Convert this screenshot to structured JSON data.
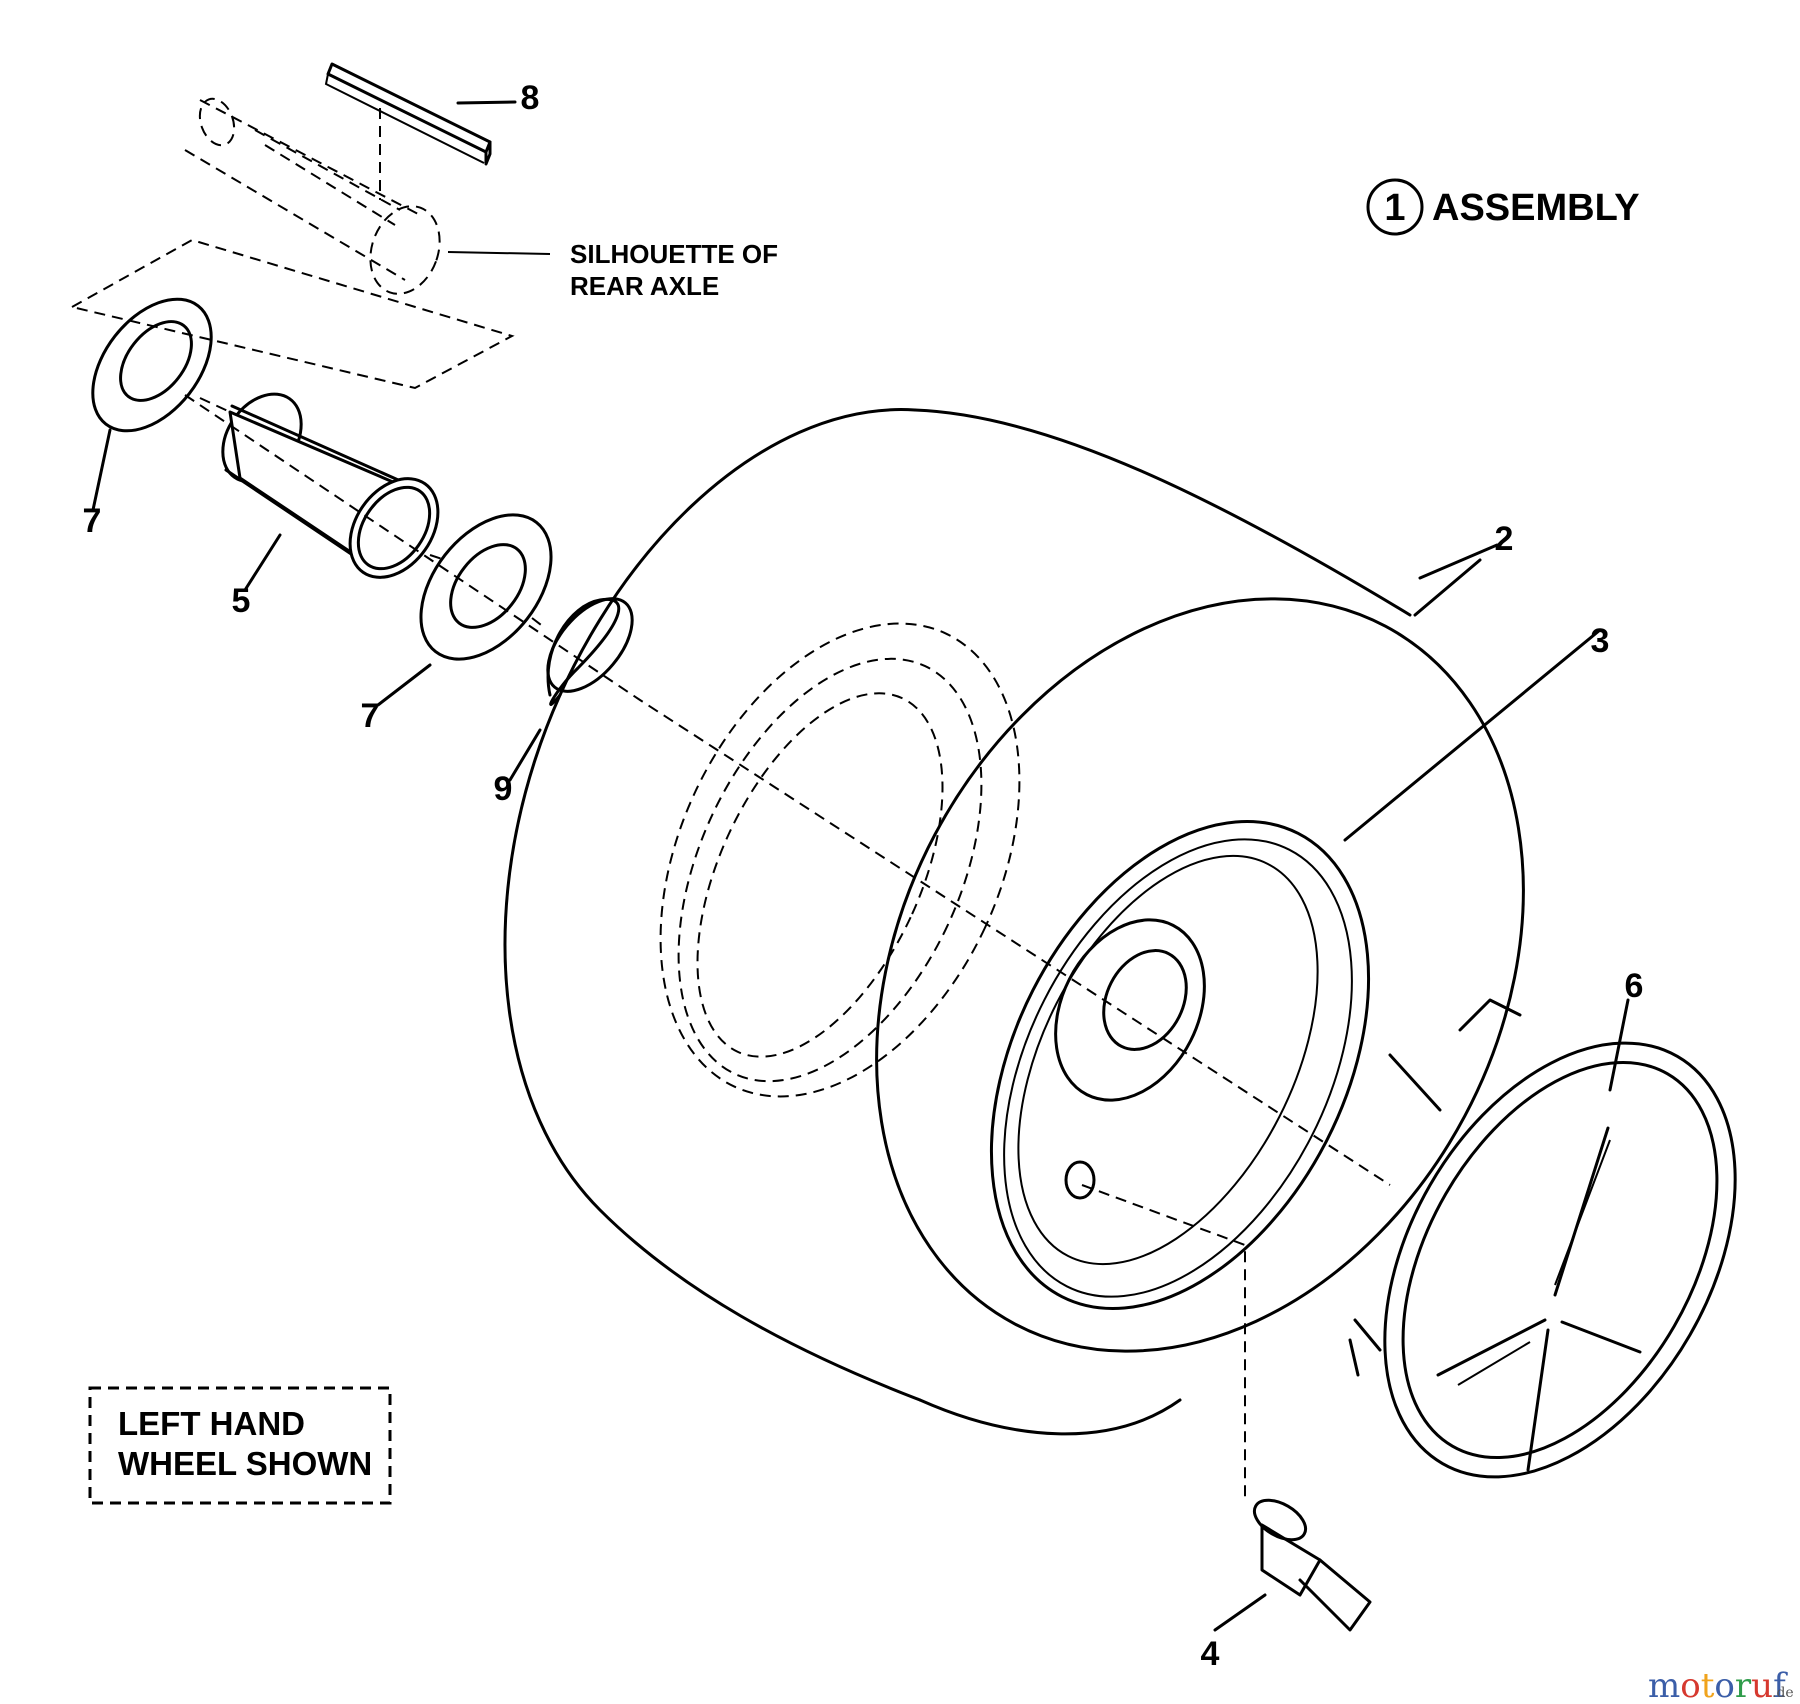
{
  "assembly": {
    "number": "1",
    "label": "ASSEMBLY"
  },
  "axle_label": {
    "line1": "SILHOUETTE OF",
    "line2": "REAR AXLE"
  },
  "note": {
    "line1": "LEFT HAND",
    "line2": "WHEEL SHOWN"
  },
  "callouts": {
    "c2": "2",
    "c3": "3",
    "c4": "4",
    "c5": "5",
    "c6": "6",
    "c7a": "7",
    "c7b": "7",
    "c8": "8",
    "c9": "9"
  },
  "watermark": {
    "text": "motoruf",
    "suffix": ".de",
    "colors": [
      "#3b5ea8",
      "#d6392f",
      "#f0a31c",
      "#3b5ea8",
      "#2f9c4a",
      "#d6392f",
      "#3b5ea8"
    ]
  }
}
